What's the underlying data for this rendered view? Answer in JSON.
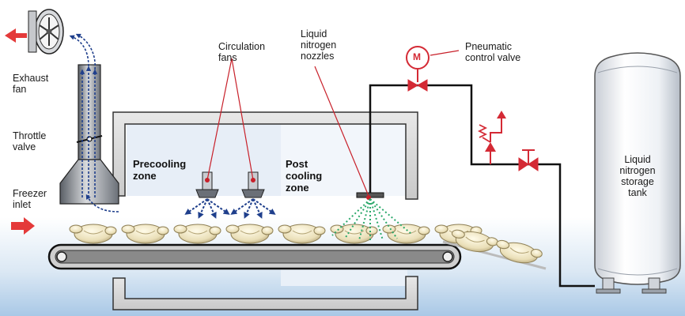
{
  "labels": {
    "exhaust_fan": "Exhaust\nfan",
    "throttle_valve": "Throttle\nvalve",
    "freezer_inlet": "Freezer\ninlet",
    "circulation_fans": "Circulation\nfans",
    "liquid_nitrogen_nozzles": "Liquid\nnitrogen\nnozzles",
    "pneumatic_control_valve": "Pneumatic\ncontrol valve",
    "storage_tank": "Liquid\nnitrogen\nstorage\ntank",
    "motor_symbol": "M"
  },
  "zones": {
    "precooling": "Precooling\nzone",
    "post_cooling": "Post\ncooling\nzone"
  },
  "colors": {
    "pipe": "#111111",
    "valve": "#d42a35",
    "leader": "#c8202a",
    "airflow_arrow": "#1f3f8c",
    "nitrogen_spray": "#2aa86a",
    "chamber_wall": "#d9d9d9",
    "chamber_inside": "#e4ecf6",
    "floor_blue": "#b9d3ea",
    "chicken": "#efe7c8"
  },
  "items": {
    "chickens_on_belt": 8,
    "chickens_exiting": 2,
    "circulation_fan_count": 2
  }
}
